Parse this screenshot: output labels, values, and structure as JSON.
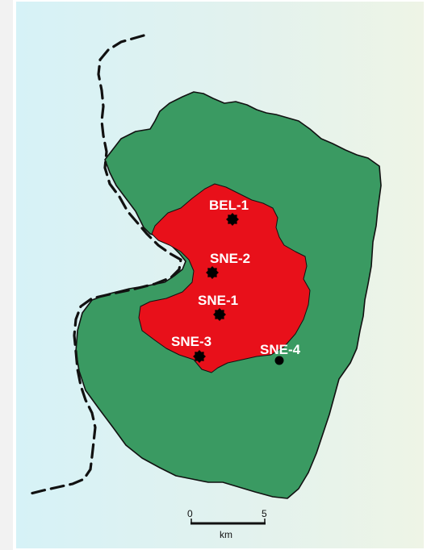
{
  "map": {
    "colors": {
      "outer_region": "#3a9a62",
      "inner_region": "#e8101a",
      "border_line": "#111111",
      "label": "#ffffff"
    },
    "wells": [
      {
        "name": "BEL-1",
        "marker": "star-icon"
      },
      {
        "name": "SNE-2",
        "marker": "star-icon"
      },
      {
        "name": "SNE-1",
        "marker": "star-icon"
      },
      {
        "name": "SNE-3",
        "marker": "star-icon"
      },
      {
        "name": "SNE-4",
        "marker": "dot-icon"
      }
    ],
    "scale_bar": {
      "start": "0",
      "end": "5",
      "unit": "km"
    }
  }
}
